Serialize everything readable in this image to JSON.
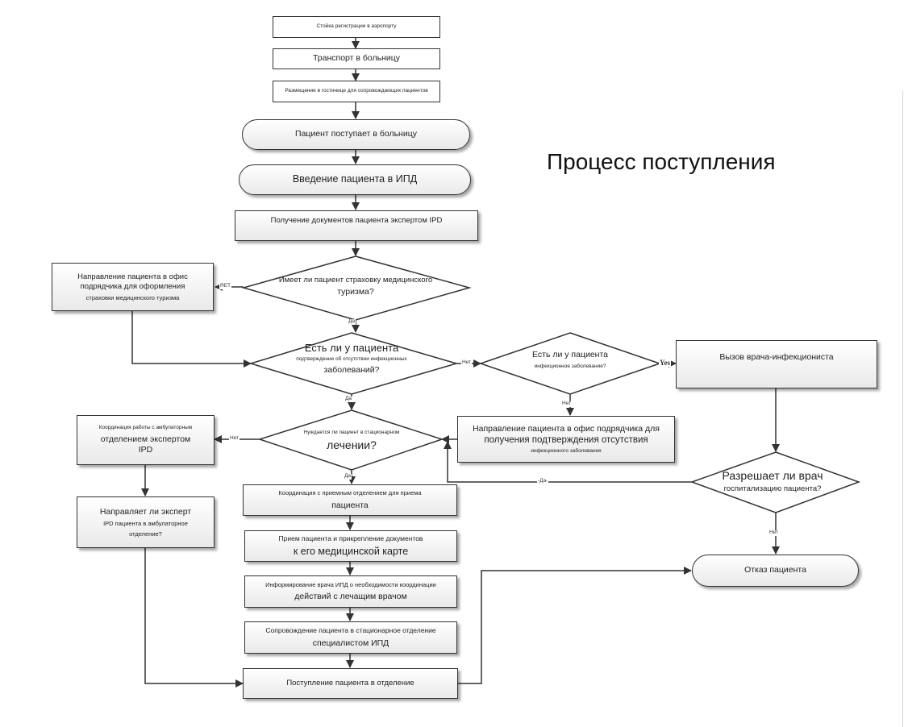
{
  "title": "Процесс поступления",
  "nodes": {
    "airport": "Стойка регистрации в аэропорту",
    "transport": "Транспорт в больницу",
    "hotel": "Размещение в гостинице для сопровождающих пациентов",
    "arrives": "Пациент поступает в больницу",
    "intro": "Введение пациента в ИПД",
    "docs": "Получение документов пациента экспертом IPD",
    "q_insurance": {
      "line1": "Имеет ли пациент страховку медицинского",
      "line2": "туризма?"
    },
    "contractor_office": {
      "line1": "Направление пациента в офис",
      "line2": "подрядчика для оформления",
      "line3": "страховки медицинского туризма"
    },
    "q_confirmation": {
      "line1": "Есть ли у пациента",
      "line2": "подтверждение об отсутствии инфекционных",
      "line3": "заболеваний?"
    },
    "q_infection": {
      "line1": "Есть ли у пациента",
      "line2": "инфекционное заболевание?"
    },
    "call_doctor": "Вызов врача-инфекциониста",
    "contractor_confirm": {
      "line1": "Направление пациента в офис подрядчика для",
      "line2": "получения подтверждения отсутствия",
      "line3": "инфекционного заболевания"
    },
    "q_inpatient": {
      "line1": "Нуждается ли пациент в стационарном",
      "line2": "лечении?"
    },
    "outpatient_coord": {
      "line1": "Координация работы с амбулаторным",
      "line2": "отделением экспертом",
      "line3": "IPD"
    },
    "q_doctor_allows": {
      "line1": "Разрешает ли врач",
      "line2": "госпитализацию пациента?"
    },
    "coord_admission": {
      "line1": "Координация с приемным отделением для приема",
      "line2": "пациента"
    },
    "refusal": "Отказ пациента",
    "expert_refers": {
      "line1": "Направляет ли эксперт",
      "line2": "IPD пациента в амбулаторное",
      "line3": "отделение?"
    },
    "reception": {
      "line1": "Прием пациента и прикрепление документов",
      "line2": "к его медицинской карте"
    },
    "inform_doctor": {
      "line1": "Информирование врача ИПД о необходимости координации",
      "line2": "действий с лечащим врачом"
    },
    "escort": {
      "line1": "Сопровождение пациента в стационарное отделение",
      "line2": "специалистом ИПД"
    },
    "admission_dept": "Поступление пациента в отделение"
  },
  "edge_labels": {
    "no_upper": "НЕТ",
    "yes_ru": "Да",
    "no_ru": "Нет",
    "yes_en": "Yes",
    "yes_dashed": "-Да-"
  }
}
